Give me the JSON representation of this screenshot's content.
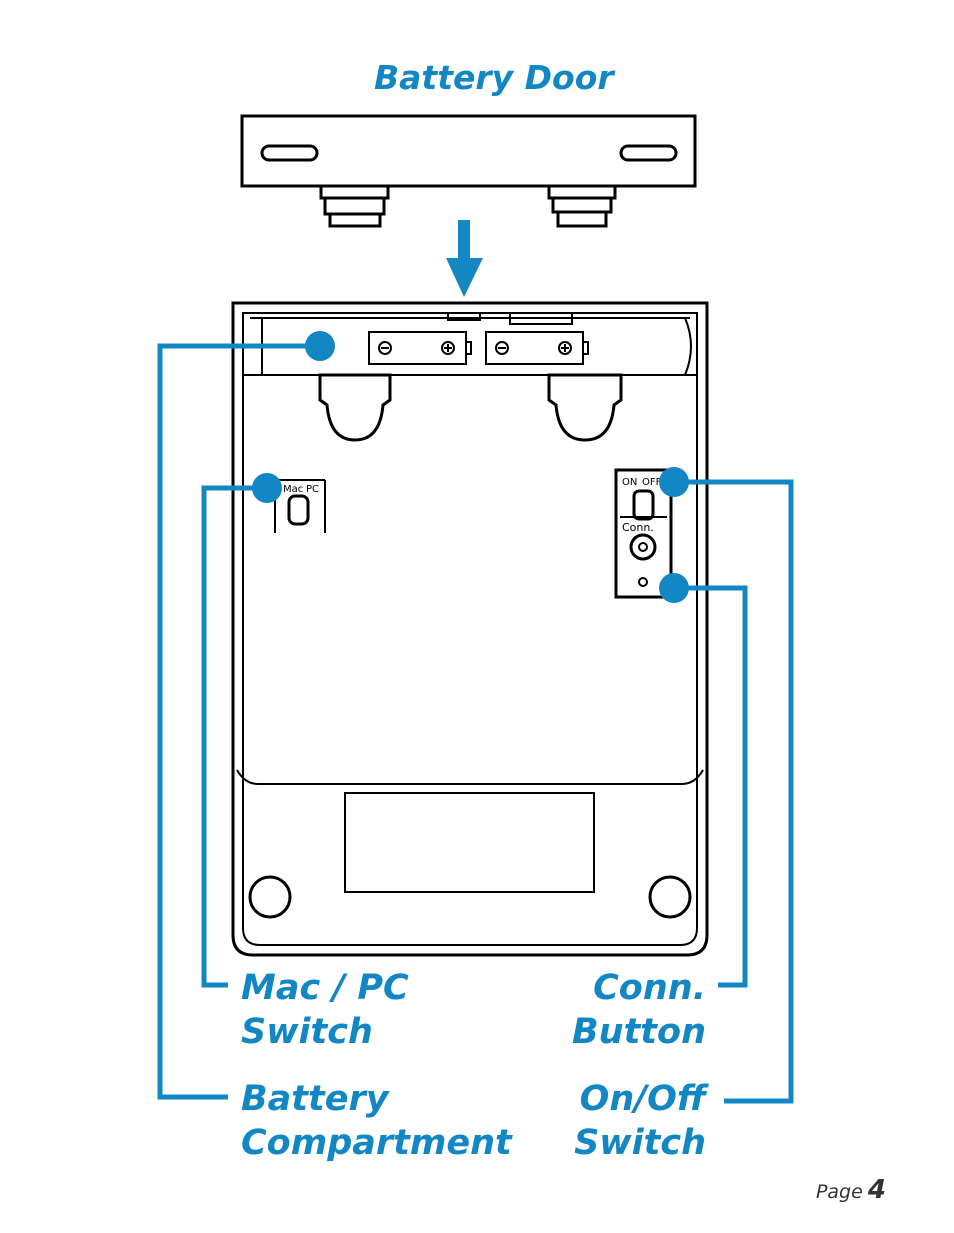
{
  "title": "Battery Door",
  "labels": {
    "mac_pc_switch": [
      "Mac / PC",
      "Switch"
    ],
    "battery_compartment": [
      "Battery",
      "Compartment"
    ],
    "conn_button": [
      "Conn.",
      "Button"
    ],
    "on_off_switch": [
      "On/Off",
      "Switch"
    ]
  },
  "device_markings": {
    "mac": "Mac",
    "pc": "PC",
    "on": "ON",
    "off": "OFF",
    "conn": "Conn."
  },
  "page": {
    "word": "Page",
    "number": "4"
  },
  "colors": {
    "accent": "#1287c3",
    "line": "#000000"
  }
}
